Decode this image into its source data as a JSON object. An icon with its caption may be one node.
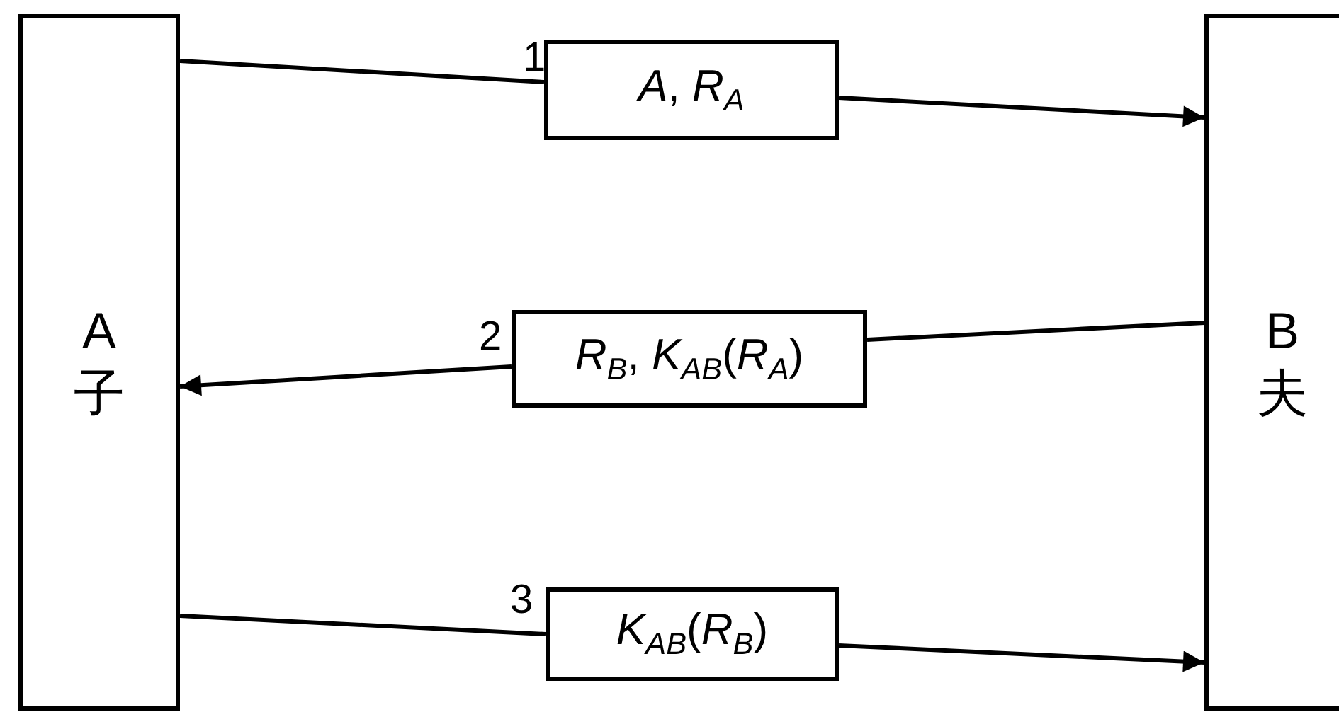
{
  "diagram": {
    "nodes": [
      {
        "text": [
          "A",
          "子"
        ]
      },
      {
        "text": [
          "B",
          "夫"
        ]
      },
      {
        "text": [
          "*A*, *R*$_{A}$"
        ],
        "beside": [
          "1"
        ]
      },
      {
        "text": [
          "*R*$_{B}$, *K*$_{AB}$(*R*$_{A}$)"
        ],
        "beside": [
          "2"
        ]
      },
      {
        "text": [
          "*K*$_{AB}$(*R*$_{B}$)"
        ],
        "beside": [
          "3"
        ]
      }
    ],
    "edges": [
      {
        "from": 0,
        "to": 2,
        "arrow": "none"
      },
      {
        "from": 2,
        "to": 1,
        "arrow": "to"
      },
      {
        "from": 1,
        "to": 3,
        "arrow": "none"
      },
      {
        "from": 3,
        "to": 0,
        "arrow": "to"
      },
      {
        "from": 0,
        "to": 4,
        "arrow": "none"
      },
      {
        "from": 4,
        "to": 1,
        "arrow": "to"
      }
    ]
  }
}
